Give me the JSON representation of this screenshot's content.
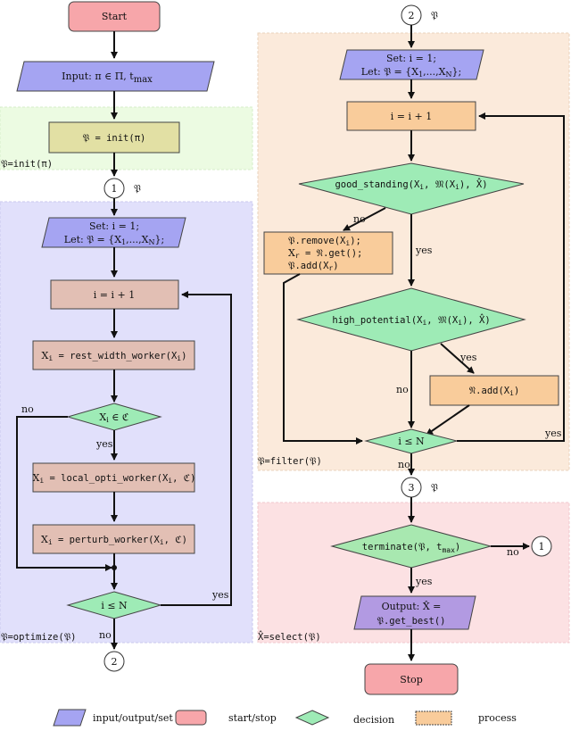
{
  "left": {
    "start": "Start",
    "input_label": "Input: π ∈ Π, t",
    "input_sub": "max",
    "init_process": "𝔓 = init(π)",
    "init_region_label": "𝔓=init(π)",
    "connector1": "1",
    "connector1_label": "𝔓",
    "set_line1": "Set: i = 1;",
    "set_line2": "Let: 𝔓 = {X",
    "set_line2b": "1",
    "set_line2c": ",...,X",
    "set_line2d": "N",
    "set_line2e": "};",
    "increment": "i = i + 1",
    "rest_width": "X",
    "rest_width_i": "i",
    "rest_width_rest": " = rest_width_worker(X",
    "rest_width_i2": "i",
    "rest_width_end": ")",
    "decision_membership": "X",
    "decision_membership_sub": "i",
    "decision_membership_rest": " ∈ ℭ",
    "label_no_left": "no",
    "label_yes_left": "yes",
    "local_opti": "= local_opti_worker(X",
    "local_opti_tail": ", ℭ)",
    "perturb": "= perturb_worker(X",
    "perturb_tail": ", ℭ)",
    "decision_loop": "i ≤ N",
    "label_yes_loop": "yes",
    "label_no_bottom": "no",
    "region_label": "𝔓=optimize(𝔓)",
    "connector2": "2"
  },
  "right": {
    "connector2": "2",
    "connector2_label": "𝔓",
    "set_line1": "Set: i = 1;",
    "set_line2": "Let: 𝔓 = {X",
    "increment": "i = i + 1",
    "good_standing": "good_standing(X",
    "good_standing_tail": ", 𝔐(X",
    "good_standing_end": "), X̂)",
    "label_no_good": "no",
    "label_yes_good": "yes",
    "remove1": "𝔓.remove(X",
    "remove1_tail": ");",
    "remove2a": "X",
    "remove2b": " = 𝔑.get();",
    "remove3": "𝔓.add(X",
    "remove3_tail": ")",
    "high_potential": "high_potential(X",
    "high_potential_tail": ", 𝔐(X",
    "high_potential_end": "), X̂)",
    "label_yes_high": "yes",
    "label_no_high": "no",
    "n_add": "𝔑.add(X",
    "n_add_tail": ")",
    "decision_loop": "i ≤ N",
    "label_yes_loop": "yes",
    "label_no_bottom": "no",
    "filter_region_label": "𝔓=filter(𝔓)",
    "connector3": "3",
    "connector3_label": "𝔓",
    "terminate": "terminate(𝔓, t",
    "terminate_sub": "max",
    "terminate_end": ")",
    "label_no_term": "no",
    "connector1_back": "1",
    "label_yes_term": "yes",
    "output_line1": "Output: X̂ =",
    "output_line2": "𝔓.get_best()",
    "select_region_label": "X̂=select(𝔓)",
    "stop": "Stop"
  },
  "legend": {
    "io": "input/output/set",
    "startstop": "start/stop",
    "decision": "decision",
    "process": "process"
  },
  "colors": {
    "start_fill": "#f7a6aa",
    "io_fill": "#a5a4f2",
    "process_fill": "#e2bfb4",
    "process_fill_right": "#f9cc9b",
    "decision_fill": "#9eebb6",
    "init_process_fill": "#e2e0a4",
    "region_init": "#ecfbe2",
    "region_optimize": "#e1e0fb",
    "region_filter": "#fbeadb",
    "region_select": "#fce1e3",
    "terminate_fill": "#a8e8b0",
    "output_fill": "#b29ae2"
  }
}
